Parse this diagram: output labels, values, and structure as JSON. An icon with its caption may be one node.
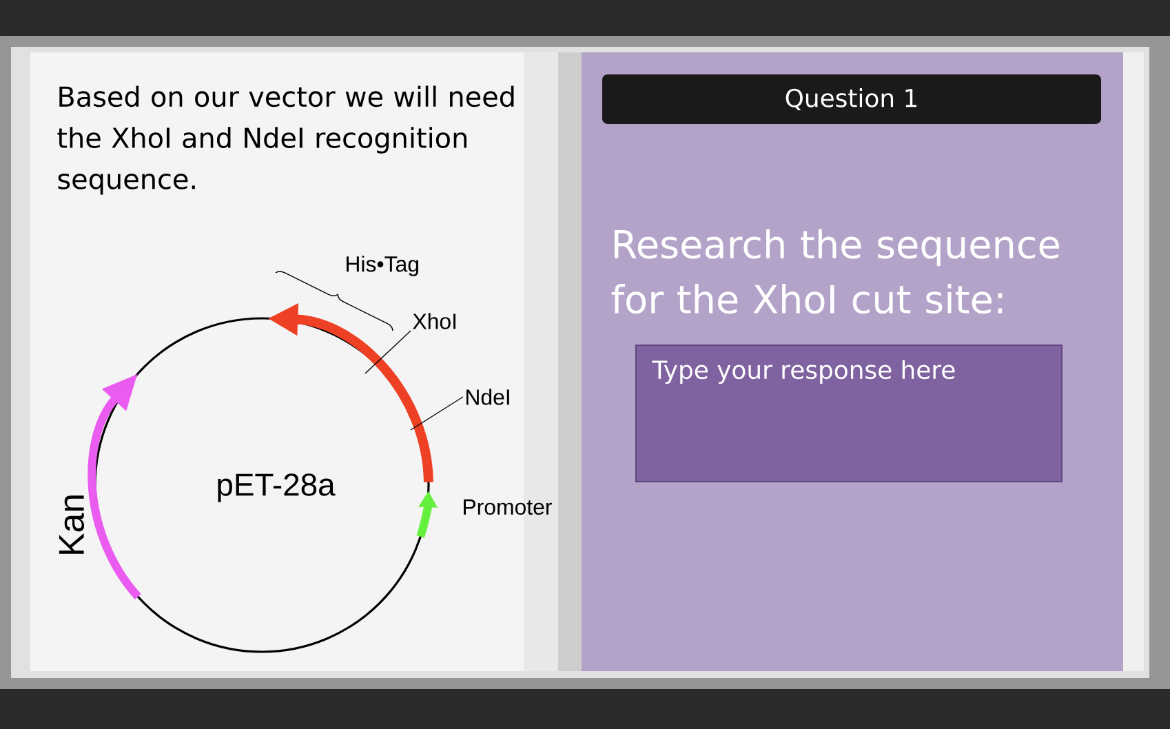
{
  "diagram": {
    "nodes": [
      {
        "text": [
          "Question 1"
        ]
      },
      {
        "text": [
          "Type your response here"
        ]
      },
      {
        "text": [
          "XhoI"
        ]
      },
      {
        "text": [
          "NdeI"
        ]
      },
      {
        "text": [],
        "shape": "arrow"
      }
    ],
    "edges": [
      {
        "from": 2,
        "to": 4,
        "arrow": "none"
      },
      {
        "from": 3,
        "to": 4,
        "arrow": "none"
      }
    ],
    "labels": [
      "Based on our vector we will need the XhoI and NdeI recognition sequence.",
      "Research the sequence for the XhoI cut site:",
      "His•Tag",
      "pET-28a",
      "Promoter",
      "Kan"
    ]
  }
}
